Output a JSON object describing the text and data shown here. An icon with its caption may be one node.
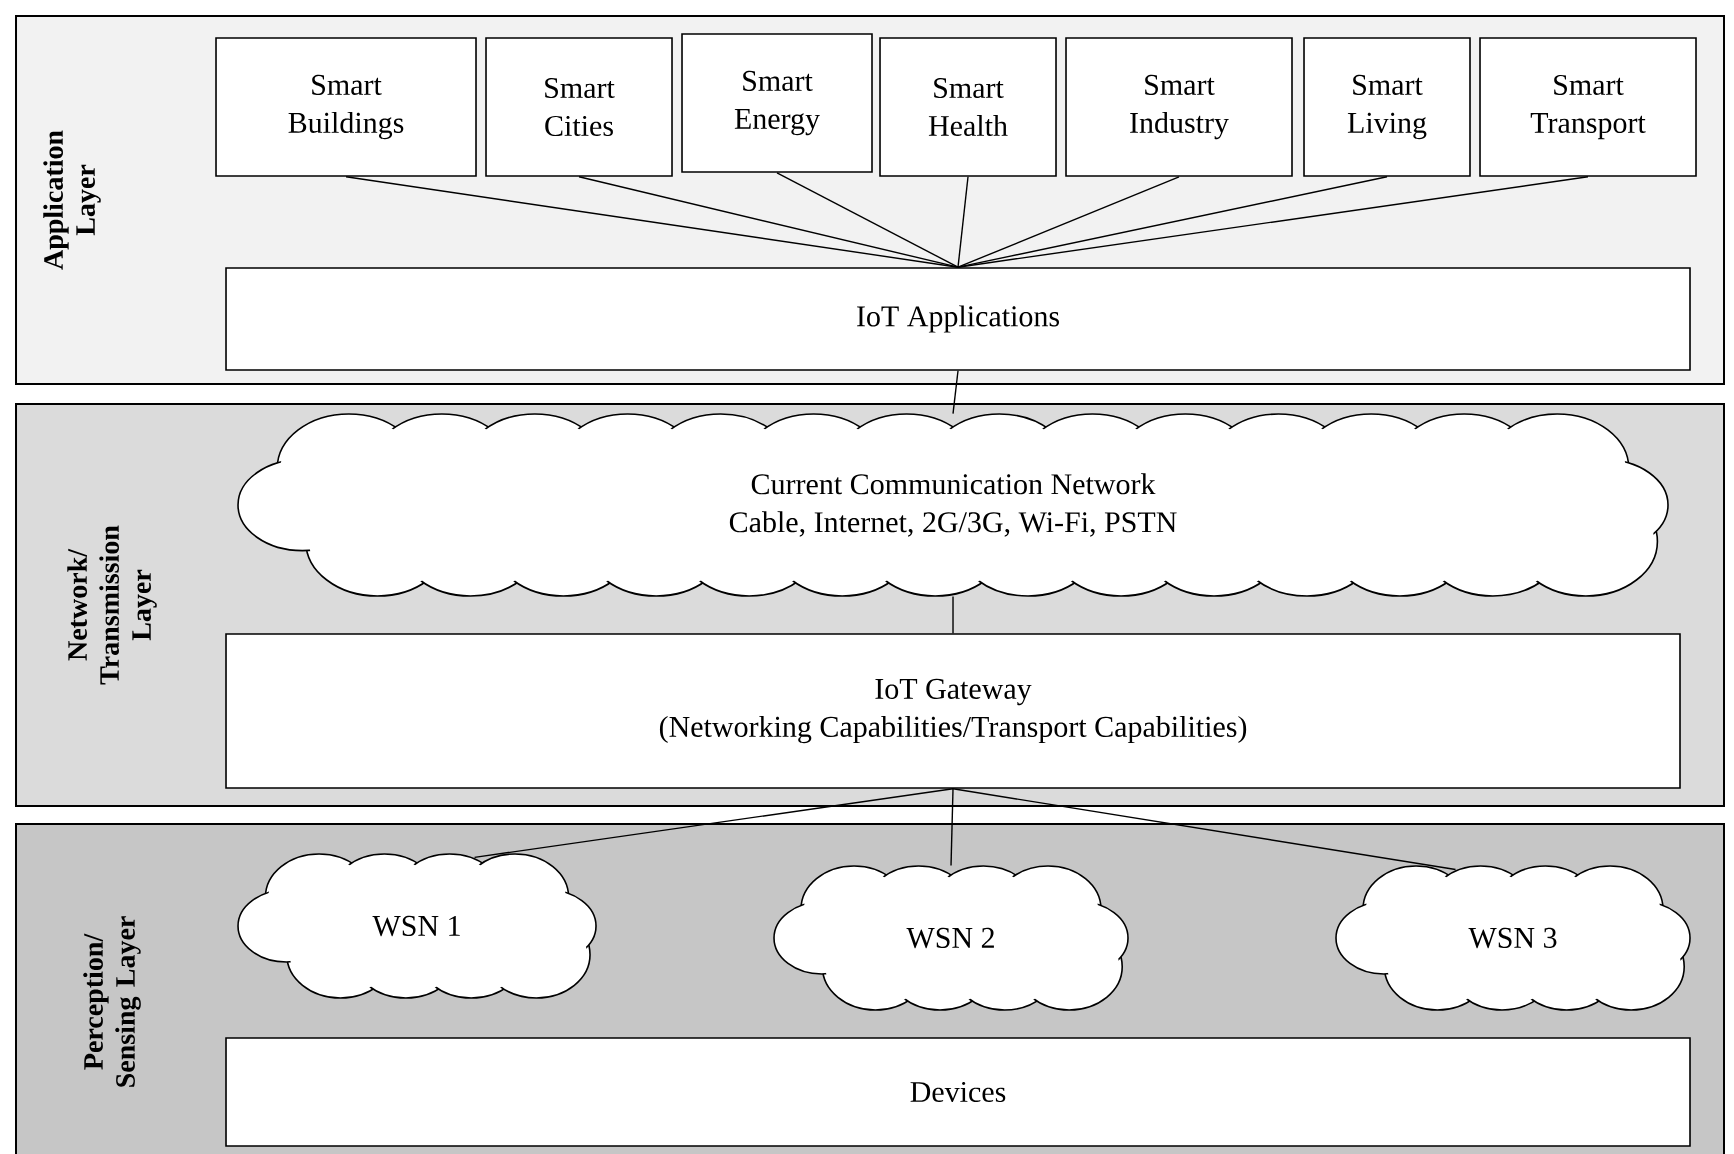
{
  "diagram": {
    "nodes": [
      {
        "text": [
          "Application Layer"
        ]
      },
      {
        "text": [
          "Smart Buildings"
        ],
        "in": 0
      },
      {
        "text": [
          "Smart Cities"
        ],
        "in": 0
      },
      {
        "text": [
          "Smart Energy"
        ],
        "in": 0
      },
      {
        "text": [
          "Smart Health"
        ],
        "in": 0
      },
      {
        "text": [
          "Smart Industry"
        ],
        "in": 0
      },
      {
        "text": [
          "Smart Living"
        ],
        "in": 0
      },
      {
        "text": [
          "Smart Transport"
        ],
        "in": 0
      },
      {
        "text": [
          "IoT Applications"
        ],
        "in": 0
      },
      {
        "text": [
          "Network/ Transmission Layer"
        ]
      },
      {
        "text": [
          "Current Communication Network",
          "Cable, Internet, 2G/3G, Wi-Fi, PSTN"
        ],
        "in": 9
      },
      {
        "text": [
          "IoT Gateway",
          "(Networking Capabilities/Transport Capabilities)"
        ],
        "in": 9
      },
      {
        "text": [
          "Perception/ Sensing Layer"
        ]
      },
      {
        "text": [
          "WSN 1"
        ],
        "in": 12
      },
      {
        "text": [
          "WSN 2"
        ],
        "in": 12
      },
      {
        "text": [
          "WSN 3"
        ],
        "in": 12
      },
      {
        "text": [
          "Devices"
        ],
        "in": 12
      }
    ],
    "edges": [
      {
        "from": 1,
        "to": 8,
        "arrow": "none"
      },
      {
        "from": 2,
        "to": 8,
        "arrow": "none"
      },
      {
        "from": 3,
        "to": 8,
        "arrow": "none"
      },
      {
        "from": 4,
        "to": 8,
        "arrow": "none"
      },
      {
        "from": 5,
        "to": 8,
        "arrow": "none"
      },
      {
        "from": 6,
        "to": 8,
        "arrow": "none"
      },
      {
        "from": 7,
        "to": 8,
        "arrow": "none"
      },
      {
        "from": 8,
        "to": 10,
        "arrow": "none"
      },
      {
        "from": 10,
        "to": 11,
        "arrow": "none"
      },
      {
        "from": 11,
        "to": 13,
        "arrow": "none"
      },
      {
        "from": 11,
        "to": 14,
        "arrow": "none"
      },
      {
        "from": 11,
        "to": 15,
        "arrow": "none"
      }
    ]
  }
}
